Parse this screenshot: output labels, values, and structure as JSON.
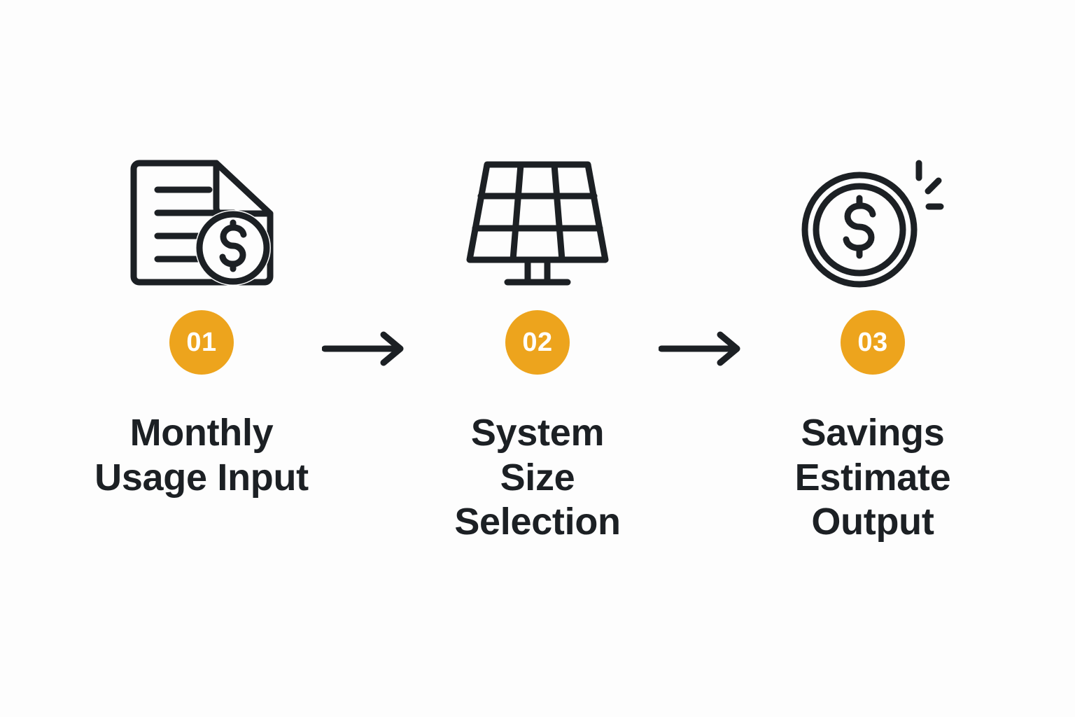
{
  "diagram": {
    "title": "Solar savings three step process",
    "background_color": "#fdfdfd",
    "accent_color": "#eda41d",
    "text_color": "#1c2024",
    "stroke_color": "#1c2024"
  },
  "steps": [
    {
      "number": "01",
      "label": "Monthly\nUsage Input",
      "icon": "document-dollar-icon"
    },
    {
      "number": "02",
      "label": "System\nSize\nSelection",
      "icon": "solar-panel-icon"
    },
    {
      "number": "03",
      "label": "Savings\nEstimate\nOutput",
      "icon": "coin-dollar-sparkle-icon"
    }
  ],
  "connectors": [
    {
      "name": "arrow-right-icon"
    },
    {
      "name": "arrow-right-icon"
    }
  ]
}
